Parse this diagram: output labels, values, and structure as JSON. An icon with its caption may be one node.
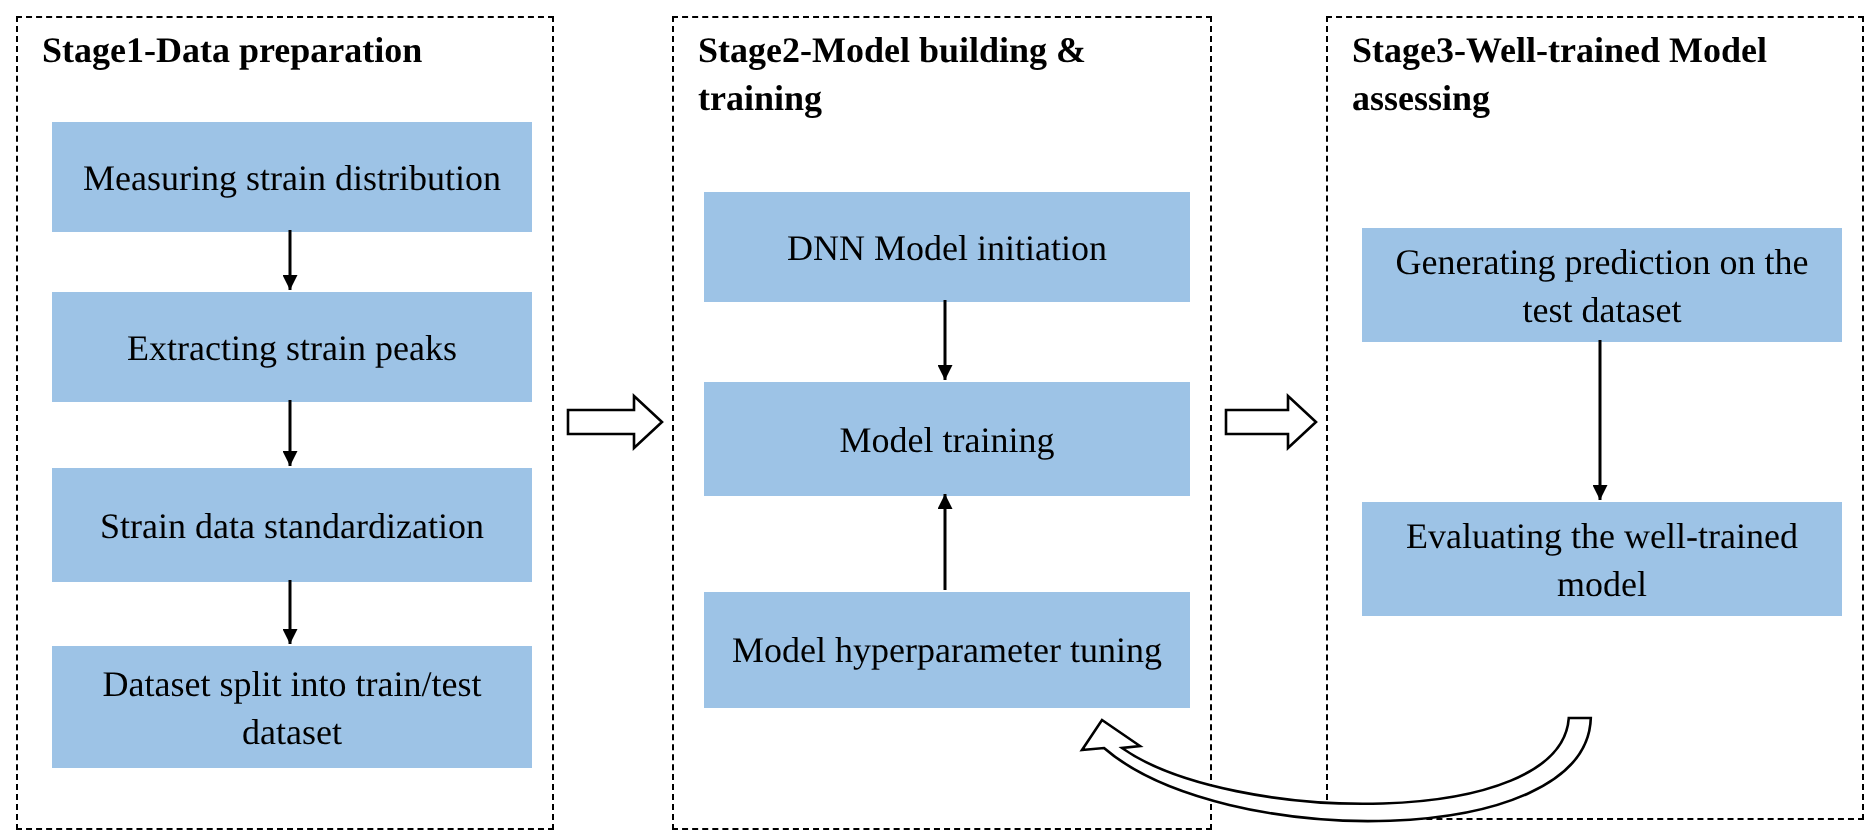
{
  "diagram": {
    "nodes": [
      {
        "text": [
          "Stage1-Data preparation"
        ]
      },
      {
        "text": [
          "Measuring strain distribution"
        ],
        "in": 0
      },
      {
        "text": [
          "Extracting strain peaks"
        ],
        "in": 0
      },
      {
        "text": [
          "Strain data standardization"
        ],
        "in": 0
      },
      {
        "text": [
          "Dataset split into train/test dataset"
        ],
        "in": 0
      },
      {
        "text": [
          "Stage2-Model building & training"
        ]
      },
      {
        "text": [
          "DNN Model initiation"
        ],
        "in": 5
      },
      {
        "text": [
          "Model training"
        ],
        "in": 5
      },
      {
        "text": [
          "Model hyperparameter tuning"
        ],
        "in": 5
      },
      {
        "text": [
          "Stage3-Well-trained Model assessing"
        ]
      },
      {
        "text": [
          "Generating prediction on the test dataset"
        ],
        "in": 9
      },
      {
        "text": [
          "Evaluating the well-trained model"
        ],
        "in": 9
      }
    ],
    "edges": [
      {
        "from": 1,
        "to": 2,
        "arrow": "to"
      },
      {
        "from": 2,
        "to": 3,
        "arrow": "to"
      },
      {
        "from": 3,
        "to": 4,
        "arrow": "to"
      },
      {
        "from": 0,
        "to": 5,
        "arrow": "to",
        "style": "thick"
      },
      {
        "from": 6,
        "to": 7,
        "arrow": "to"
      },
      {
        "from": 8,
        "to": 7,
        "arrow": "to"
      },
      {
        "from": 5,
        "to": 9,
        "arrow": "to",
        "style": "thick"
      },
      {
        "from": 10,
        "to": 11,
        "arrow": "to"
      },
      {
        "from": 11,
        "to": 8,
        "arrow": "to",
        "style": "thick"
      }
    ]
  }
}
